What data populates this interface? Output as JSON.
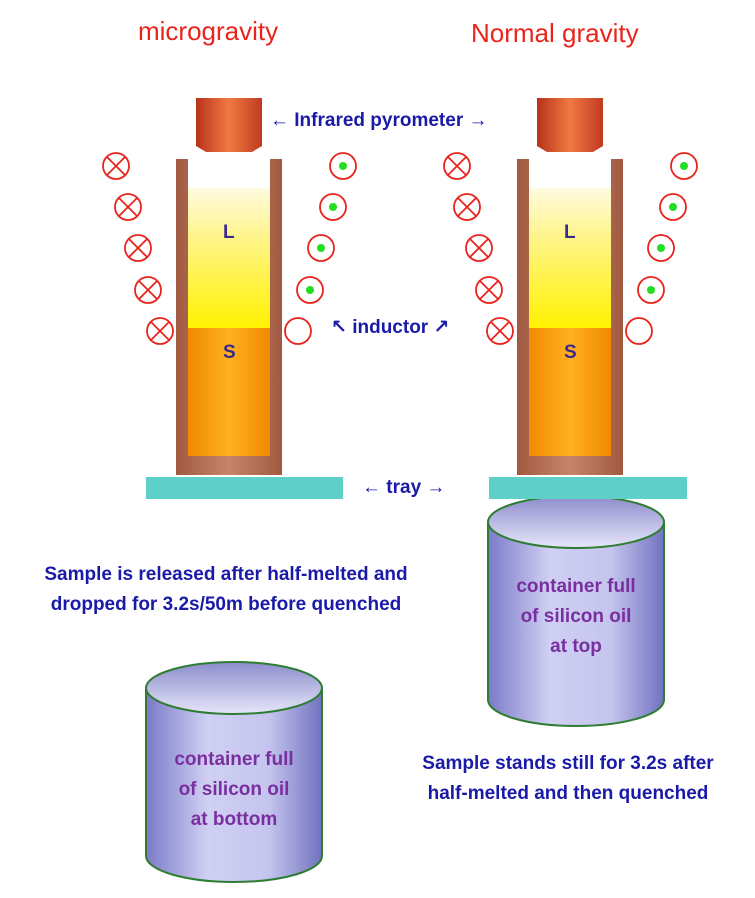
{
  "titles": {
    "left": "microgravity",
    "right": "Normal gravity"
  },
  "labels": {
    "pyrometer": "← Infrared pyrometer →",
    "inductor": "↖ inductor ↗",
    "tray": "← tray →",
    "liquid": "L",
    "solid": "S"
  },
  "left_note": [
    "Sample is released after half-melted and",
    "dropped for 3.2s/50m before quenched"
  ],
  "right_note": [
    "Sample stands still for 3.2s after",
    "half-melted and then quenched"
  ],
  "left_container": [
    "container full",
    "of silicon oil",
    "at bottom"
  ],
  "right_container": [
    "container full",
    "of silicon oil",
    "at top"
  ],
  "colors": {
    "title": "#e8241c",
    "label": "#1a1aa8",
    "tray": "#5fcfca",
    "crucible_wall": "#b06a50",
    "coil": "#e8241c",
    "current_dot": "#22dd22",
    "oil_text": "#7a2fa0"
  },
  "icons": {
    "coil_in": "circle-cross-icon",
    "coil_out": "circle-dot-icon"
  }
}
